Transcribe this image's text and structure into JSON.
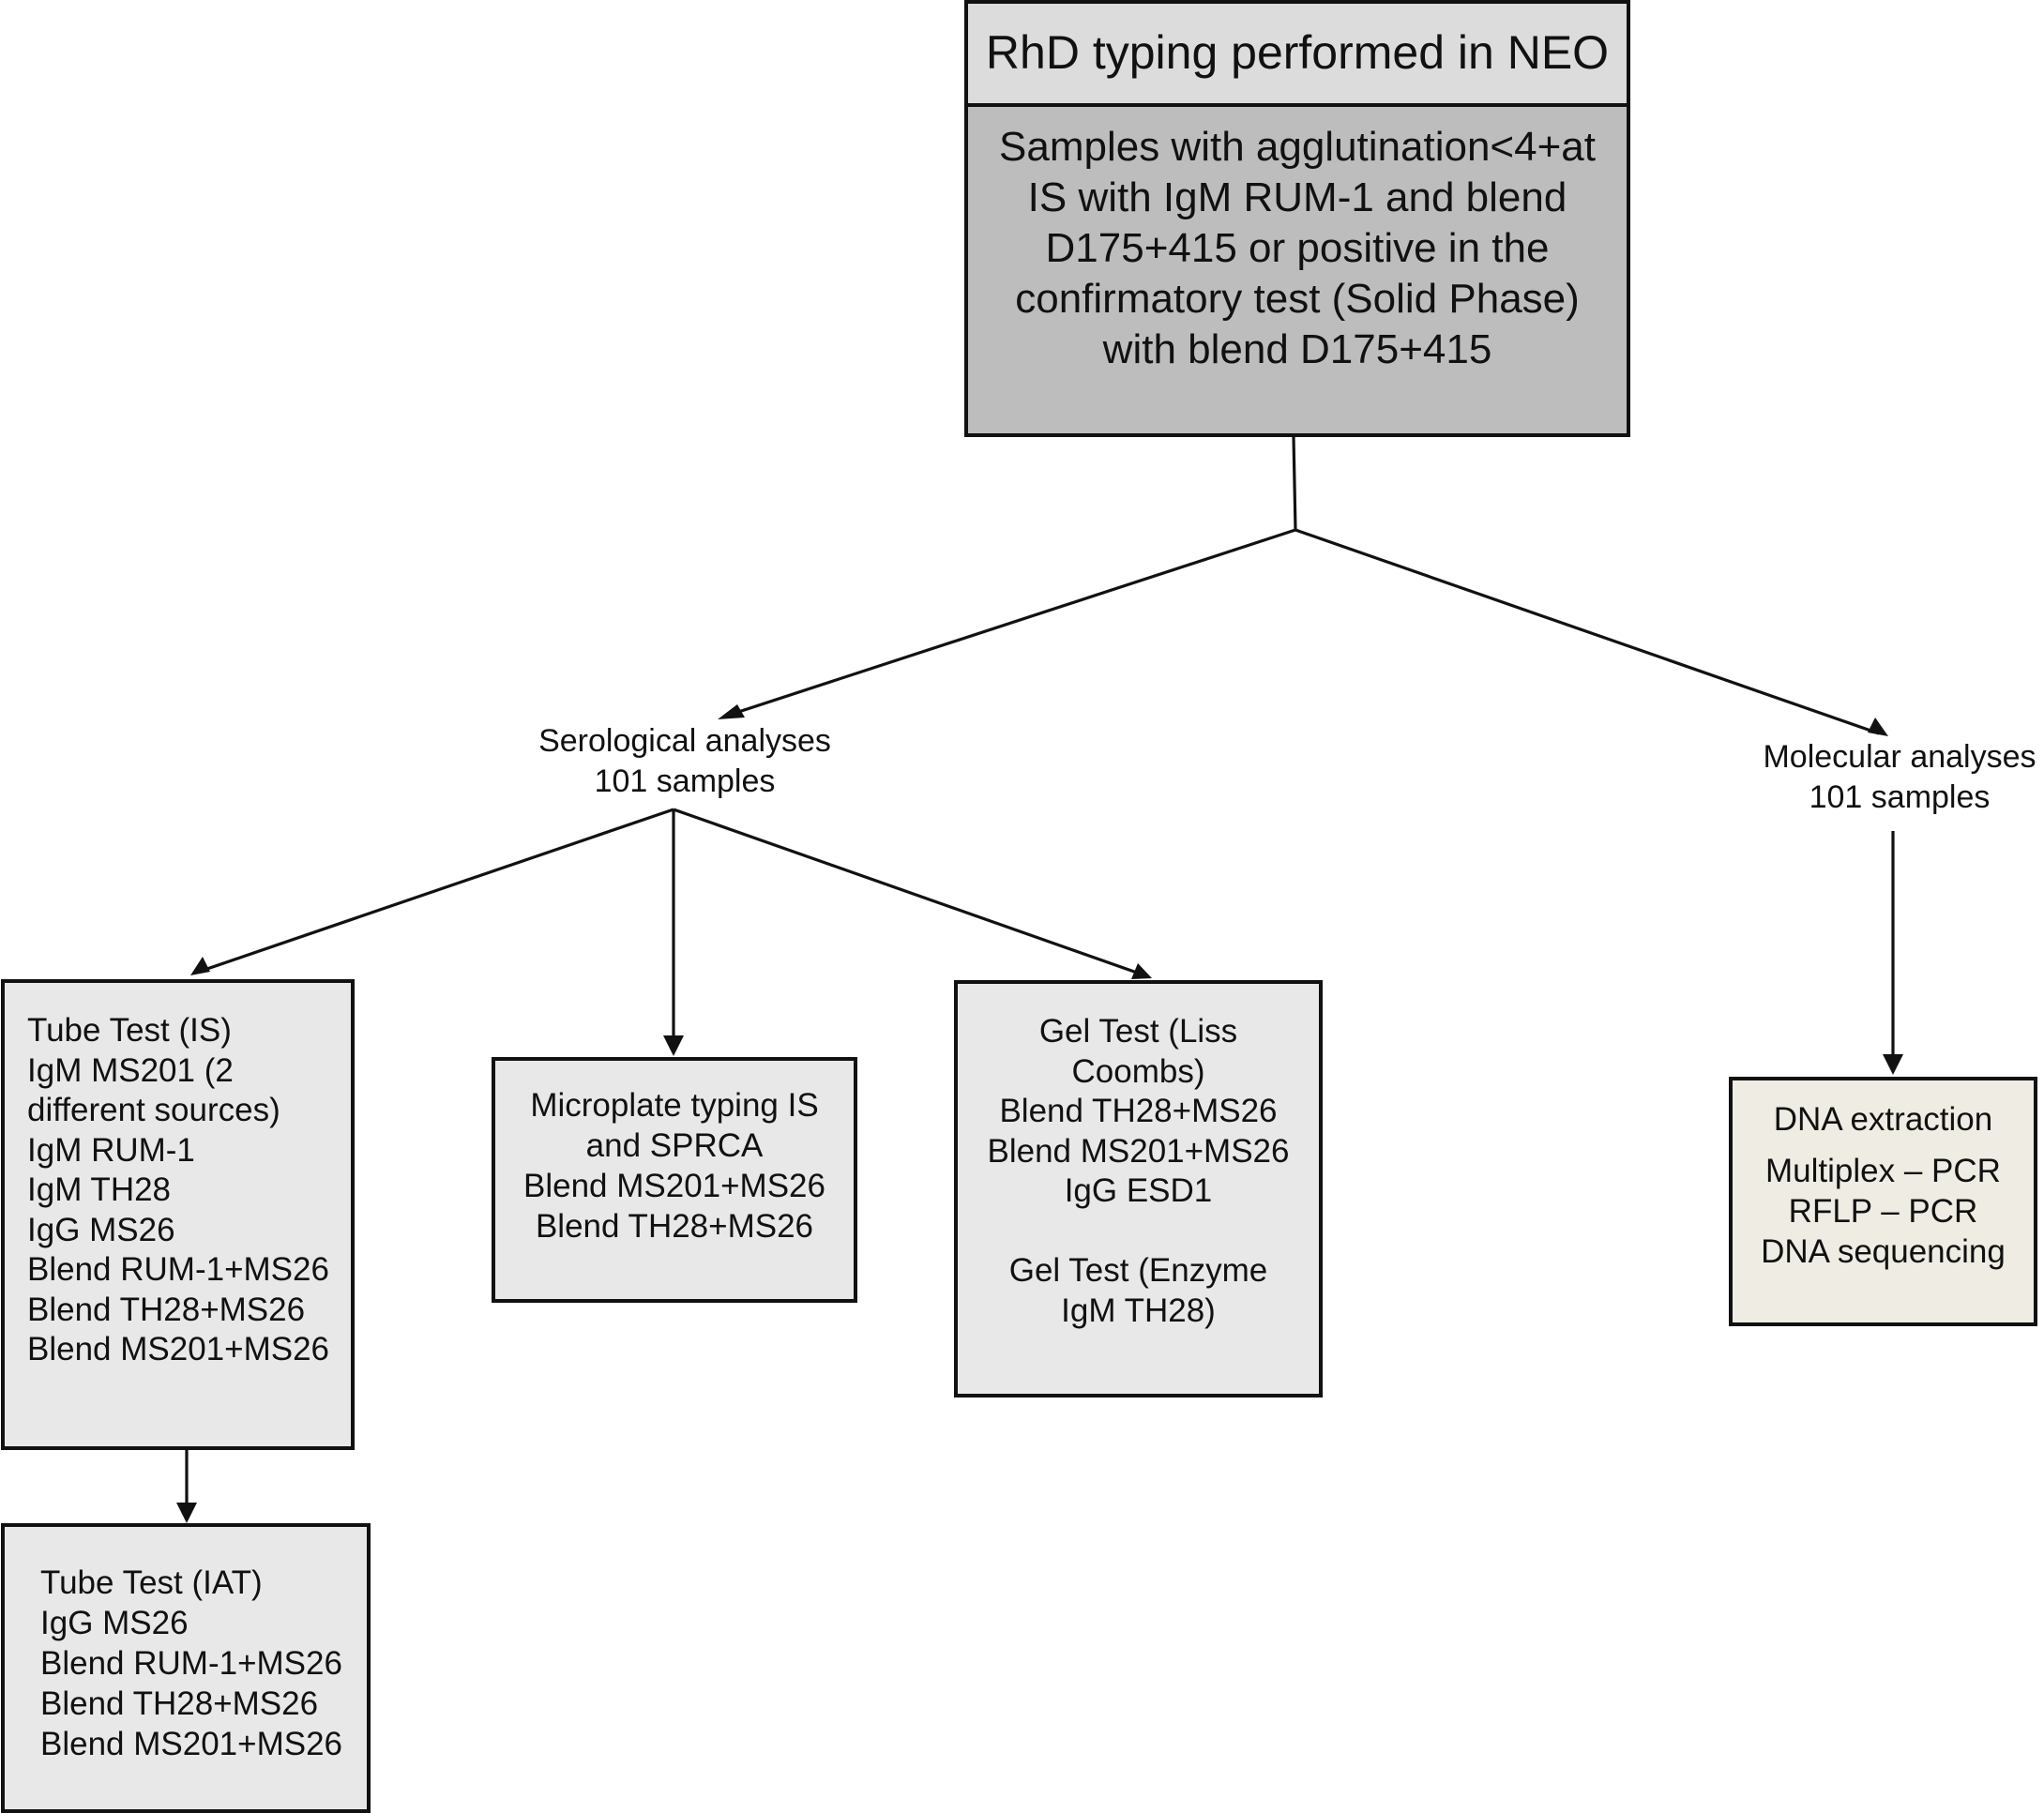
{
  "flow": {
    "title": "RhD typing performed in NEO",
    "criteria_lines": [
      "Samples with agglutination<4+at",
      "IS with IgM RUM-1 and blend",
      "D175+415 or positive in the",
      "confirmatory test (Solid Phase)",
      "with blend D175+415"
    ],
    "serological": {
      "label": "Serological analyses",
      "count": "101 samples"
    },
    "molecular": {
      "label": "Molecular analyses",
      "count": "101 samples"
    },
    "tube_test_is": [
      "Tube Test (IS)",
      "IgM MS201 (2",
      "different sources)",
      "IgM RUM-1",
      "IgM TH28",
      "IgG MS26",
      "Blend RUM-1+MS26",
      "Blend TH28+MS26",
      "Blend MS201+MS26"
    ],
    "microplate": [
      "Microplate typing IS",
      "and SPRCA",
      "Blend MS201+MS26",
      "Blend TH28+MS26"
    ],
    "gel_test": {
      "liss_lines": [
        "Gel Test (Liss",
        "Coombs)",
        "Blend TH28+MS26",
        "Blend MS201+MS26",
        "IgG ESD1"
      ],
      "enzyme_lines": [
        "Gel Test (Enzyme",
        "IgM TH28)"
      ]
    },
    "tube_test_iat": [
      "Tube Test (IAT)",
      "IgG MS26",
      "Blend RUM-1+MS26",
      "Blend TH28+MS26",
      "Blend MS201+MS26"
    ],
    "dna": {
      "header": "DNA extraction",
      "methods": [
        "Multiplex – PCR",
        "RFLP – PCR",
        "DNA sequencing"
      ]
    }
  },
  "colors": {
    "title_fill": "#dcdcdc",
    "criteria_fill": "#bdbdbd",
    "serology_box_fill": "#e8e8e8",
    "dna_box_fill": "#efede3",
    "stroke": "#111111"
  }
}
